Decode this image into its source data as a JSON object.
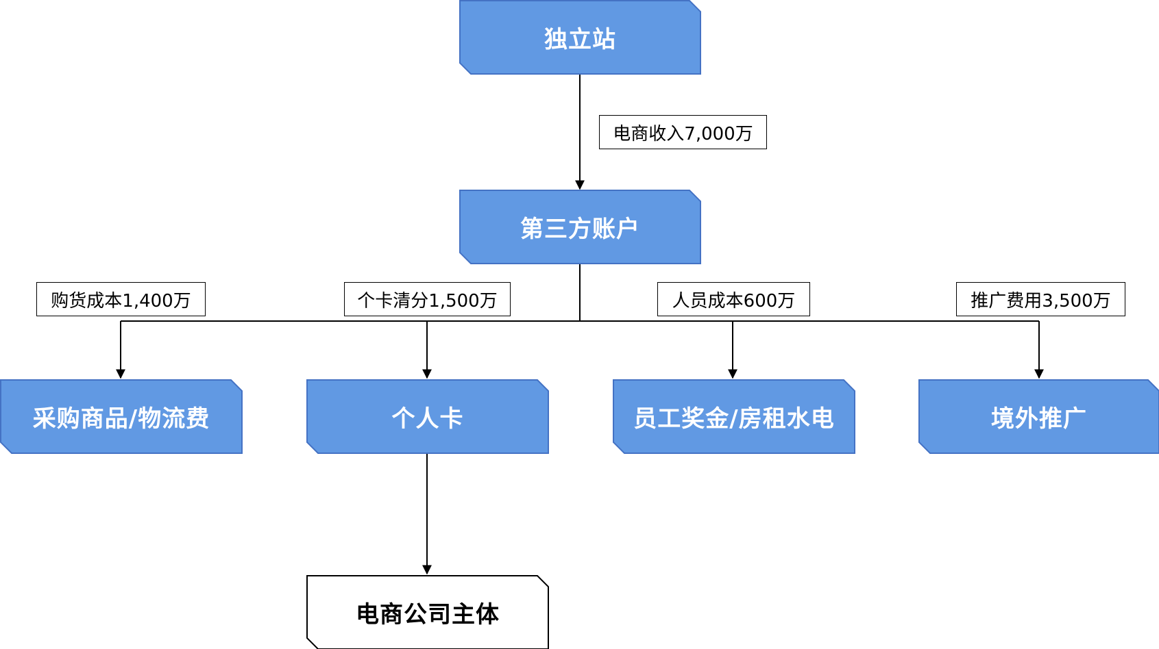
{
  "colors": {
    "node_fill": "#6199E3",
    "node_stroke": "#4472C4",
    "line": "#000000",
    "text_light": "#FFFFFF",
    "text_dark": "#000000"
  },
  "nodes": {
    "site": "独立站",
    "third_party": "第三方账户",
    "procurement": "采购商品/物流费",
    "personal_card": "个人卡",
    "staff": "员工奖金/房租水电",
    "overseas_promo": "境外推广",
    "company": "电商公司主体"
  },
  "labels": {
    "revenue": "电商收入7,000万",
    "purchase_cost": "购货成本1,400万",
    "card_split": "个卡清分1,500万",
    "staff_cost": "人员成本600万",
    "promo_fee": "推广费用3,500万"
  }
}
